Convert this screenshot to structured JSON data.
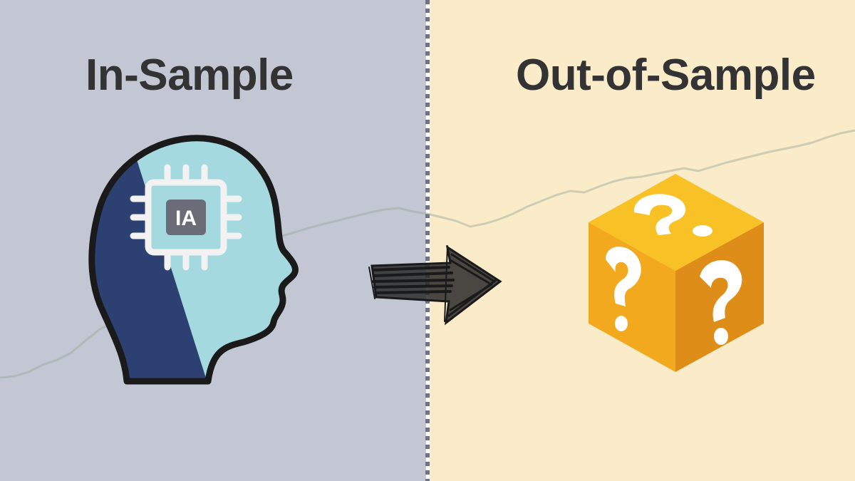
{
  "left_panel": {
    "title": "In-Sample",
    "background": "#c3c7d3"
  },
  "right_panel": {
    "title": "Out-of-Sample",
    "background": "#faebc9"
  },
  "chip": {
    "label": "IA"
  },
  "icons": {
    "head": "ai-head-icon",
    "chip": "processor-chip-icon",
    "arrow": "hand-drawn-arrow-icon",
    "cube": "mystery-box-icon"
  },
  "colors": {
    "text": "#333333",
    "head_dark": "#2c4172",
    "head_light": "#a3d9df",
    "cube_top": "#f8c227",
    "cube_left": "#f2a91d",
    "cube_right": "#df8d19",
    "divider": "#6f7382"
  }
}
